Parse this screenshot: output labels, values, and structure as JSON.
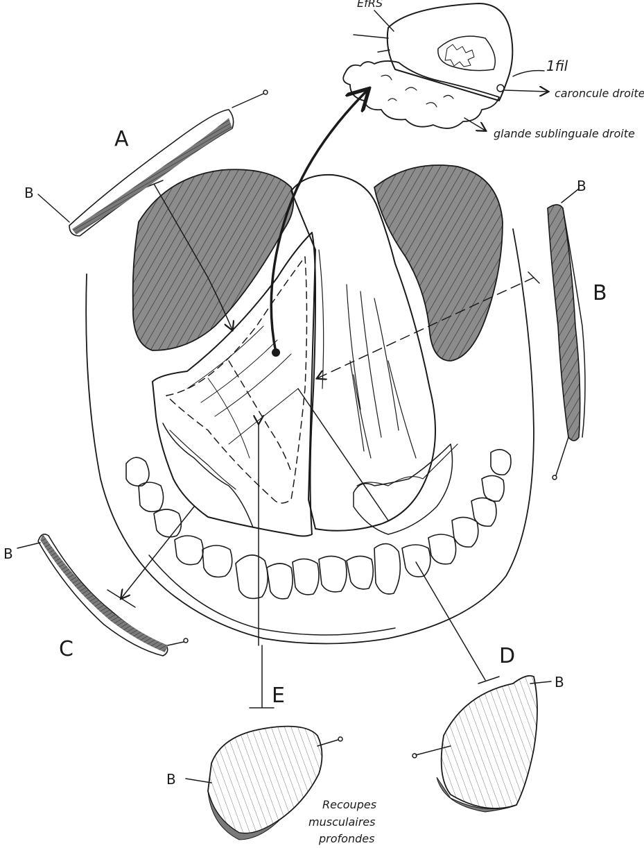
{
  "labels": {
    "section_a": "A",
    "section_b": "B",
    "section_c": "C",
    "section_d": "D",
    "section_e": "E",
    "edge_mark": "B",
    "top_fragment": "ЕfRS",
    "fil": "1fil",
    "caroncule": "caroncule droite",
    "glande": "glande sublinguale droite",
    "recoupes_1": "Recoupes",
    "recoupes_2": "musculaires",
    "recoupes_3": "profondes"
  },
  "colors": {
    "ink": "#1a1a1a",
    "hatch_fill": "#8c8c8c",
    "paper": "#ffffff"
  }
}
